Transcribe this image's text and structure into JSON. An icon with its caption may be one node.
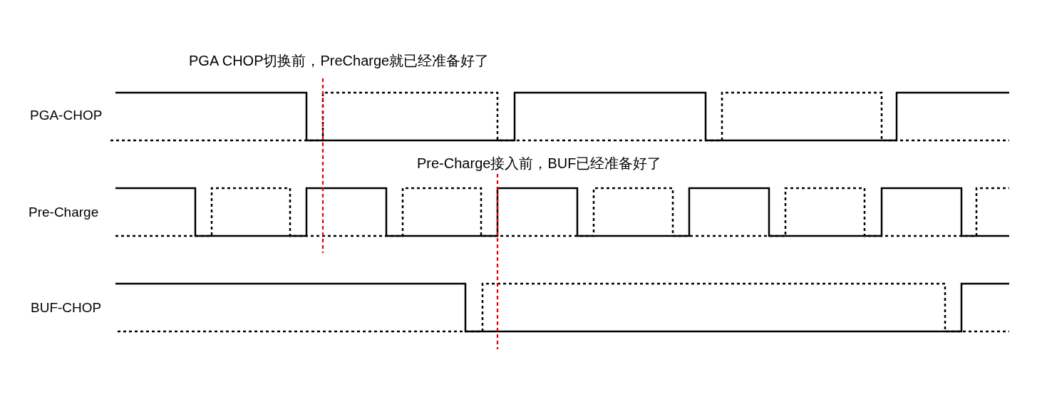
{
  "diagram": {
    "labels": [
      "PGA CHOP切换前，PreCharge就已经准备好了",
      "PGA-CHOP",
      "Pre-Charge接入前，BUF已经准备好了",
      "Pre-Charge",
      "BUF-CHOP"
    ]
  }
}
